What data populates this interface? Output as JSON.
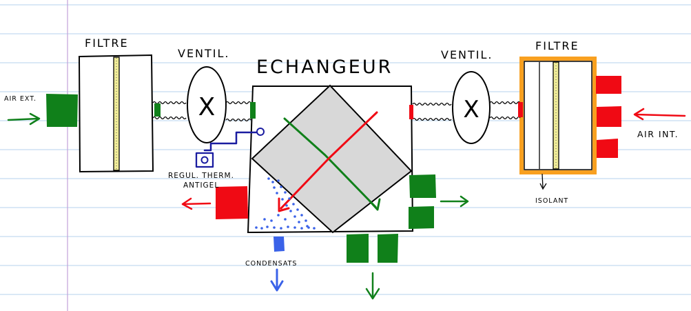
{
  "labels": {
    "filter_left": "FILTRE",
    "filter_right": "FILTRE",
    "fan_left": "VENTIL.",
    "fan_right": "VENTIL.",
    "exchanger": "ECHANGEUR",
    "air_ext": "AIR EXT.",
    "air_int": "AIR INT.",
    "regulation": "REGUL. THERM.",
    "antigel": "ANTIGEL",
    "condensats": "CONDENSATS",
    "isolant": "ISOLANT",
    "fan_symbol": "X"
  },
  "colors": {
    "paper_line": "#b4d2ec",
    "margin_line": "#c2a0d8",
    "green": "#10801a",
    "red": "#f00a14",
    "blue": "#3a62e8",
    "navy": "#1a1ca0",
    "exchanger_fill": "#d8d8d8",
    "filter_media": "#f0ec98",
    "insulation": "#f8a020"
  }
}
